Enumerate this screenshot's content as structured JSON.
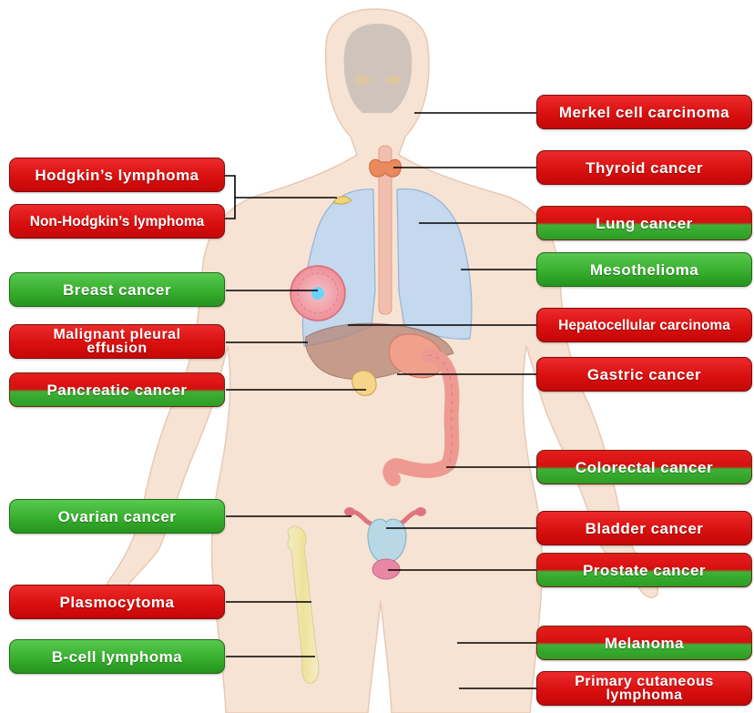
{
  "labels": {
    "merkel": "Merkel cell carcinoma",
    "thyroid": "Thyroid cancer",
    "hodgkin": "Hodgkin’s lymphoma",
    "non_hodgkin": "Non-Hodgkin’s lymphoma",
    "lung": "Lung cancer",
    "breast": "Breast cancer",
    "mesothelioma": "Mesothelioma",
    "pleural": "Malignant pleural effusion",
    "hepatocellular": "Hepatocellular carcinoma",
    "gastric": "Gastric cancer",
    "pancreatic": "Pancreatic cancer",
    "colorectal": "Colorectal cancer",
    "ovarian": "Ovarian cancer",
    "bladder": "Bladder cancer",
    "prostate": "Prostate cancer",
    "plasmocytoma": "Plasmocytoma",
    "melanoma": "Melanoma",
    "bcell": "B-cell lymphoma",
    "cutaneous": "Primary cutaneous lymphoma"
  },
  "colors": {
    "red": "#d80e0e",
    "green": "#35ac2c",
    "skin": "#f7e3d3",
    "lung": "#c4d8ee",
    "liver": "#b58575"
  }
}
